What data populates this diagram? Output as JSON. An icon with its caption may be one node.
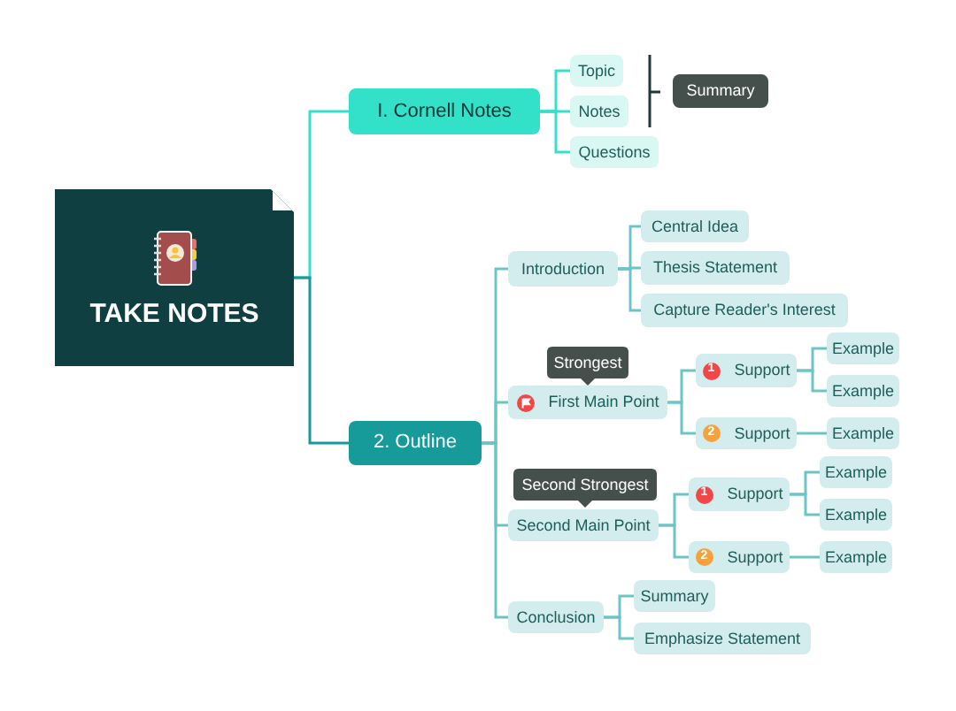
{
  "diagram": {
    "nodes": [
      {
        "text": [
          "TAKE NOTES"
        ]
      },
      {
        "text": [
          "I. Cornell Notes"
        ]
      },
      {
        "text": [
          "Topic"
        ]
      },
      {
        "text": [
          "Notes"
        ]
      },
      {
        "text": [
          "Questions"
        ]
      },
      {
        "text": [
          "Summary"
        ]
      },
      {
        "text": [
          "2. Outline"
        ]
      },
      {
        "text": [
          "Introduction"
        ]
      },
      {
        "text": [
          "Central Idea"
        ]
      },
      {
        "text": [
          "Thesis Statement"
        ]
      },
      {
        "text": [
          "Capture Reader's Interest"
        ]
      },
      {
        "text": [
          "Strongest"
        ]
      },
      {
        "text": [
          "First Main Point"
        ]
      },
      {
        "text": [
          "1",
          "Support"
        ]
      },
      {
        "text": [
          "Example"
        ]
      },
      {
        "text": [
          "Example"
        ]
      },
      {
        "text": [
          "2",
          "Support"
        ]
      },
      {
        "text": [
          "Example"
        ]
      },
      {
        "text": [
          "Second Strongest"
        ]
      },
      {
        "text": [
          "Second Main Point"
        ]
      },
      {
        "text": [
          "1",
          "Support"
        ]
      },
      {
        "text": [
          "Example"
        ]
      },
      {
        "text": [
          "Example"
        ]
      },
      {
        "text": [
          "2",
          "Support"
        ]
      },
      {
        "text": [
          "Example"
        ]
      },
      {
        "text": [
          "Conclusion"
        ]
      },
      {
        "text": [
          "Summary"
        ]
      },
      {
        "text": [
          "Emphasize Statement"
        ]
      }
    ],
    "edges": [
      {
        "from": 0,
        "to": 1,
        "arrow": "none",
        "color": "#33e0c8"
      },
      {
        "from": 0,
        "to": 6,
        "arrow": "none",
        "color": "#169a9a"
      },
      {
        "from": 1,
        "to": 2,
        "arrow": "none",
        "color": "#33e0c8"
      },
      {
        "from": 1,
        "to": 3,
        "arrow": "none",
        "color": "#33e0c8"
      },
      {
        "from": 1,
        "to": 4,
        "arrow": "none",
        "color": "#33e0c8"
      },
      {
        "from": 6,
        "to": 7,
        "arrow": "none"
      },
      {
        "from": 6,
        "to": 12,
        "arrow": "none"
      },
      {
        "from": 6,
        "to": 19,
        "arrow": "none"
      },
      {
        "from": 6,
        "to": 25,
        "arrow": "none"
      },
      {
        "from": 7,
        "to": 8,
        "arrow": "none"
      },
      {
        "from": 7,
        "to": 9,
        "arrow": "none"
      },
      {
        "from": 7,
        "to": 10,
        "arrow": "none"
      },
      {
        "from": 12,
        "to": 13,
        "arrow": "none"
      },
      {
        "from": 12,
        "to": 16,
        "arrow": "none"
      },
      {
        "from": 13,
        "to": 14,
        "arrow": "none"
      },
      {
        "from": 13,
        "to": 15,
        "arrow": "none"
      },
      {
        "from": 16,
        "to": 17,
        "arrow": "none"
      },
      {
        "from": 19,
        "to": 20,
        "arrow": "none"
      },
      {
        "from": 19,
        "to": 23,
        "arrow": "none"
      },
      {
        "from": 20,
        "to": 21,
        "arrow": "none"
      },
      {
        "from": 20,
        "to": 22,
        "arrow": "none"
      },
      {
        "from": 23,
        "to": 24,
        "arrow": "none"
      },
      {
        "from": 25,
        "to": 26,
        "arrow": "none"
      },
      {
        "from": 25,
        "to": 27,
        "arrow": "none"
      }
    ]
  }
}
